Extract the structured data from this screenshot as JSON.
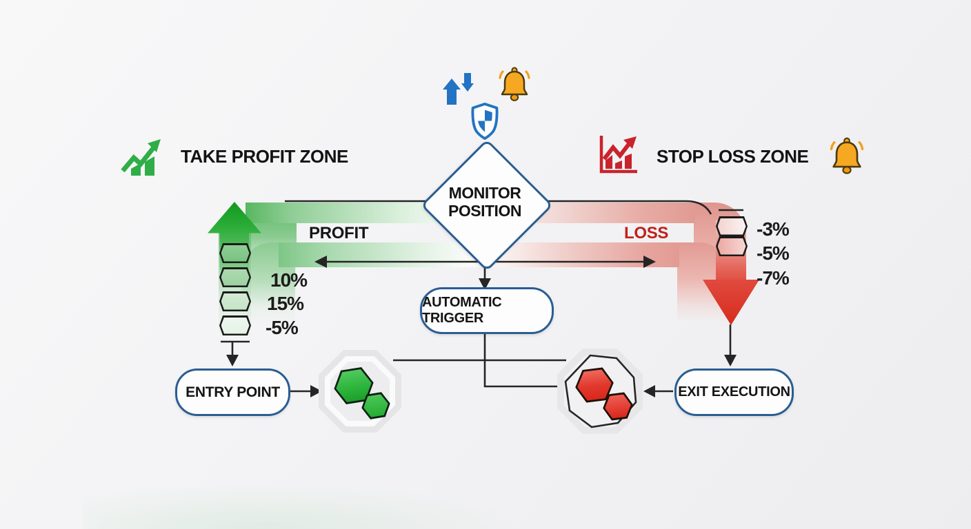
{
  "header": {
    "take_profit_zone": "TAKE PROFIT ZONE",
    "stop_loss_zone": "STOP LOSS ZONE"
  },
  "nodes": {
    "monitor_line1": "MONITOR",
    "monitor_line2": "POSITION",
    "automatic_trigger": "AUTOMATIC TRIGGER",
    "entry_point": "ENTRY POINT",
    "exit_execution": "EXIT EXECUTION"
  },
  "bands": {
    "profit_label": "PROFIT",
    "loss_label": "LOSS"
  },
  "profit_levels": [
    "10%",
    "15%",
    "-5%"
  ],
  "loss_levels": [
    "-3%",
    "-5%",
    "-7%"
  ],
  "icons": {
    "top_center": [
      "updown-arrows-icon",
      "bell-icon",
      "shield-icon"
    ],
    "left": "trend-up-chart-icon",
    "right": "declining-chart-icon",
    "far_right": "alert-bell-icon"
  },
  "colors": {
    "profit_green": "#21a52e",
    "loss_red": "#d6281c",
    "node_border_blue": "#2a5d92",
    "loss_text_red": "#c0211a",
    "bell_orange": "#f7a822",
    "icon_blue": "#2273c4"
  }
}
